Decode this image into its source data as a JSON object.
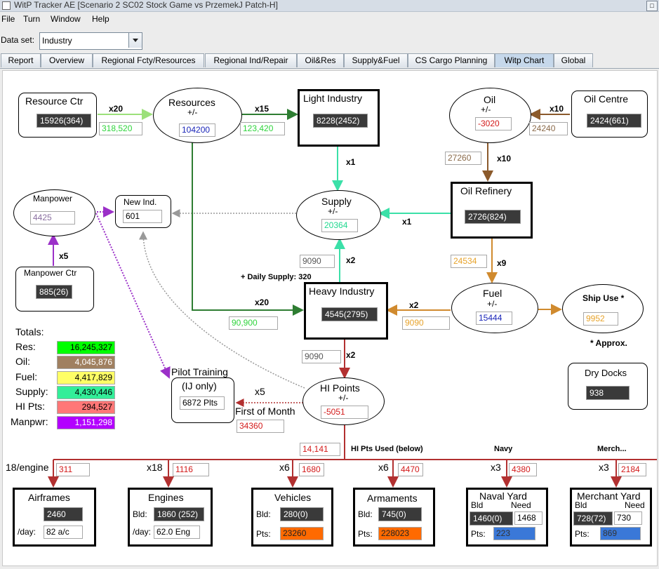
{
  "window": {
    "title": "WitP Tracker AE [Scenario 2 SC02 Stock Game vs PrzemekJ Patch-H]"
  },
  "menu": [
    "File",
    "Turn",
    "Window",
    "Help"
  ],
  "dataset": {
    "label": "Data set:",
    "value": "Industry"
  },
  "tabs": [
    "Report",
    "Overview",
    "Regional Fcty/Resources",
    "Regional Ind/Repair",
    "Oil&Res",
    "Supply&Fuel",
    "CS Cargo Planning",
    "Witp Chart",
    "Global"
  ],
  "active_tab": "Witp Chart",
  "colors": {
    "res": "#00ff00",
    "oil": "#a08060",
    "fuel": "#ffff66",
    "supply": "#33ee99",
    "hi_pts": "#ff7777",
    "manpwr": "#b300ff",
    "orange_field": "#ff6a00",
    "blue_field": "#3a78d8"
  },
  "chart": {
    "resource_ctr": {
      "title": "Resource Ctr",
      "value": "15926(364)"
    },
    "resources": {
      "title": "Resources",
      "sub": "+/-",
      "value": "104200"
    },
    "light_industry": {
      "title": "Light Industry",
      "value": "8228(2452)"
    },
    "oil": {
      "title": "Oil",
      "sub": "+/-",
      "value": "-3020"
    },
    "oil_centre": {
      "title": "Oil Centre",
      "value": "2424(661)"
    },
    "manpower": {
      "title": "Manpower",
      "value": "4425"
    },
    "new_ind": {
      "title": "New Ind.",
      "value": "601"
    },
    "supply": {
      "title": "Supply",
      "sub": "+/-",
      "value": "20364"
    },
    "oil_refinery": {
      "title": "Oil Refinery",
      "value": "2726(824)"
    },
    "manpower_ctr": {
      "title": "Manpower Ctr",
      "value": "885(26)"
    },
    "daily_supply": "+ Daily Supply: 320",
    "heavy_industry": {
      "title": "Heavy Industry",
      "value": "4545(2795)"
    },
    "fuel": {
      "title": "Fuel",
      "sub": "+/-",
      "value": "15444"
    },
    "ship_use": {
      "title": "Ship Use *",
      "value": "9952"
    },
    "approx": "* Approx.",
    "dry_docks": {
      "title": "Dry Docks",
      "value": "938"
    },
    "pilot_training": {
      "title": "Pilot Training",
      "sub": "(IJ only)",
      "value": "6872 Plts"
    },
    "first_of_month": "First of Month",
    "hi_points": {
      "title": "HI Points",
      "sub": "+/-",
      "value": "-5051"
    },
    "flows": {
      "rc_to_res_mult": "x20",
      "rc_to_res_val": "318,520",
      "res_to_li_mult": "x15",
      "res_to_li_val": "123,420",
      "oc_to_oil_mult": "x10",
      "oc_to_oil_val": "24240",
      "oil_to_ref_mult": "x10",
      "oil_to_ref_val": "27260",
      "li_to_sup_mult": "x1",
      "ref_to_sup_mult": "x1",
      "mp_mult": "x5",
      "hi_to_sup_mult": "x2",
      "hi_to_sup_val": "9090",
      "ref_to_fuel_mult": "x9",
      "ref_to_fuel_val": "24534",
      "res_to_hi_mult": "x20",
      "res_to_hi_val": "90,900",
      "fuel_to_hi_mult": "x2",
      "fuel_to_hi_val": "9090",
      "hi_to_hip_mult": "x2",
      "hi_to_hip_val": "9090",
      "pilot_mult": "x5",
      "pilot_val": "34360",
      "hip_used_val": "14,141",
      "hip_used_label": "HI Pts Used (below)"
    },
    "totals": {
      "title": "Totals:",
      "rows": [
        {
          "label": "Res:",
          "value": "16,245,327"
        },
        {
          "label": "Oil:",
          "value": "4,045,876"
        },
        {
          "label": "Fuel:",
          "value": "4,417,829"
        },
        {
          "label": "Supply:",
          "value": "4,430,446"
        },
        {
          "label": "HI Pts:",
          "value": "294,527"
        },
        {
          "label": "Manpwr:",
          "value": "1,151,298"
        }
      ]
    },
    "branches": {
      "airframes": {
        "mult": "18/engine",
        "val": "311"
      },
      "engines": {
        "mult": "x18",
        "val": "1116"
      },
      "vehicles": {
        "mult": "x6",
        "val": "1680"
      },
      "armaments": {
        "mult": "x6",
        "val": "4470"
      },
      "naval": {
        "top": "Navy",
        "mult": "x3",
        "val": "4380"
      },
      "merchant": {
        "top": "Merch...",
        "mult": "x3",
        "val": "2184"
      }
    },
    "airframes": {
      "title": "Airframes",
      "bld_label": "Bld:",
      "bld": "2460",
      "day_label": "/day:",
      "day": "82 a/c"
    },
    "engines": {
      "title": "Engines",
      "bld_label": "Bld:",
      "bld": "1860 (252)",
      "day_label": "/day:",
      "day": "62.0 Eng"
    },
    "vehicles": {
      "title": "Vehicles",
      "bld_label": "Bld:",
      "bld": "280(0)",
      "pts_label": "Pts:",
      "pts": "23260"
    },
    "armaments": {
      "title": "Armaments",
      "bld_label": "Bld:",
      "bld": "745(0)",
      "pts_label": "Pts:",
      "pts": "228023"
    },
    "naval_yard": {
      "title": "Naval Yard",
      "bld_label": "Bld",
      "need_label": "Need",
      "bld": "1460(0)",
      "need": "1468",
      "pts_label": "Pts:",
      "pts": "223"
    },
    "merchant_yard": {
      "title": "Merchant Yard",
      "bld_label": "Bld",
      "need_label": "Need",
      "bld": "728(72)",
      "need": "730",
      "pts_label": "Pts:",
      "pts": "869"
    }
  }
}
